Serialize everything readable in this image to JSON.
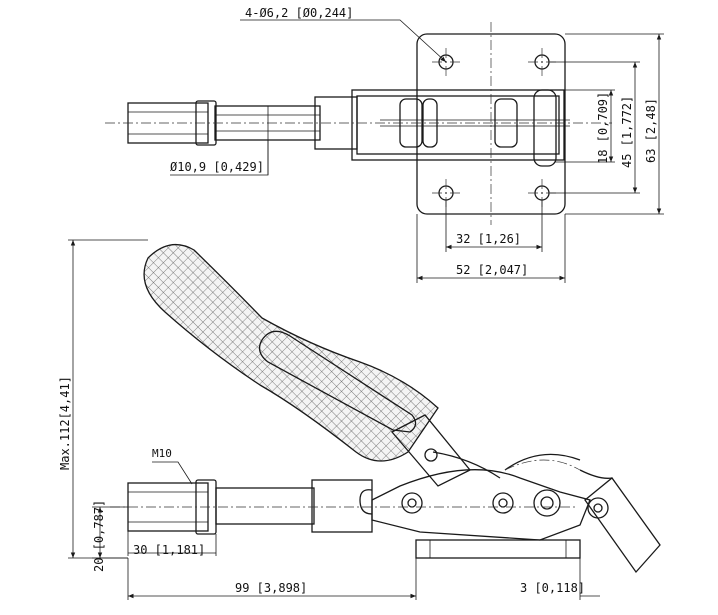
{
  "dimensions": {
    "holes": "4-Ø6,2 [Ø0,244]",
    "rod_diameter": "Ø10,9 [0,429]",
    "hole_spacing_x": "32 [1,26]",
    "base_width": "52 [2,047]",
    "pin_offset": "18 [0,709]",
    "hole_spacing_y": "45 [1,772]",
    "base_height": "63 [2,48]",
    "max_height": "Max.112[4,41]",
    "thread": "M10",
    "rod_height": "20 [0,787]",
    "plunger_stroke": "30 [1,181]",
    "overall_length": "99 [3,898]",
    "base_thickness": "3 [0,118]"
  },
  "colors": {
    "line": "#1a1a1a",
    "background": "#ffffff"
  }
}
